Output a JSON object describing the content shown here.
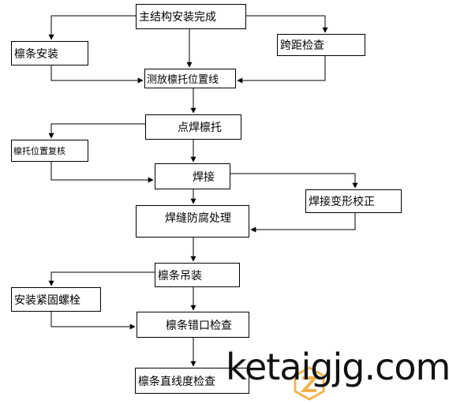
{
  "nodes": {
    "main_structure": "主结构安装完成",
    "purlin_install": "檩条安装",
    "span_check": "跨距检查",
    "measure_support_position": "测放檩托位置线",
    "spot_weld_support": "点焊檩托",
    "support_position_recheck": "檩托位置复核",
    "welding": "焊接",
    "weld_deformation_correction": "焊接变形校正",
    "weld_seam_anticorrosion": "焊缝防腐处理",
    "purlin_hoisting": "檩条吊装",
    "install_tighten_bolts": "安装紧固螺栓",
    "purlin_misalignment_check": "檩条错口检查",
    "purlin_straightness_check": "檩条直线度检查"
  },
  "watermark": {
    "text": "ketaigjg.com",
    "color": "#f0a020"
  }
}
